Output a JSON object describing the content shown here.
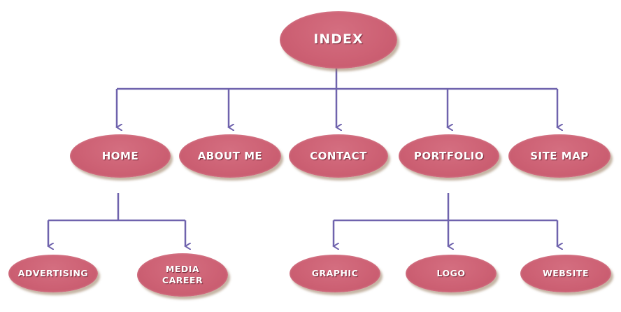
{
  "diagram": {
    "root": {
      "label": "INDEX"
    },
    "sections": [
      {
        "label": "HOME"
      },
      {
        "label": "ABOUT ME"
      },
      {
        "label": "CONTACT"
      },
      {
        "label": "PORTFOLIO"
      },
      {
        "label": "SITE MAP"
      }
    ],
    "home_children": [
      {
        "label": "ADVERTISING"
      },
      {
        "label": "MEDIA\nCAREER"
      }
    ],
    "portfolio_children": [
      {
        "label": "GRAPHIC"
      },
      {
        "label": "LOGO"
      },
      {
        "label": "WEBSITE"
      }
    ]
  },
  "colors": {
    "node_fill": "#cd6174",
    "connector": "#6f63ad",
    "node_text": "#ffffff"
  }
}
